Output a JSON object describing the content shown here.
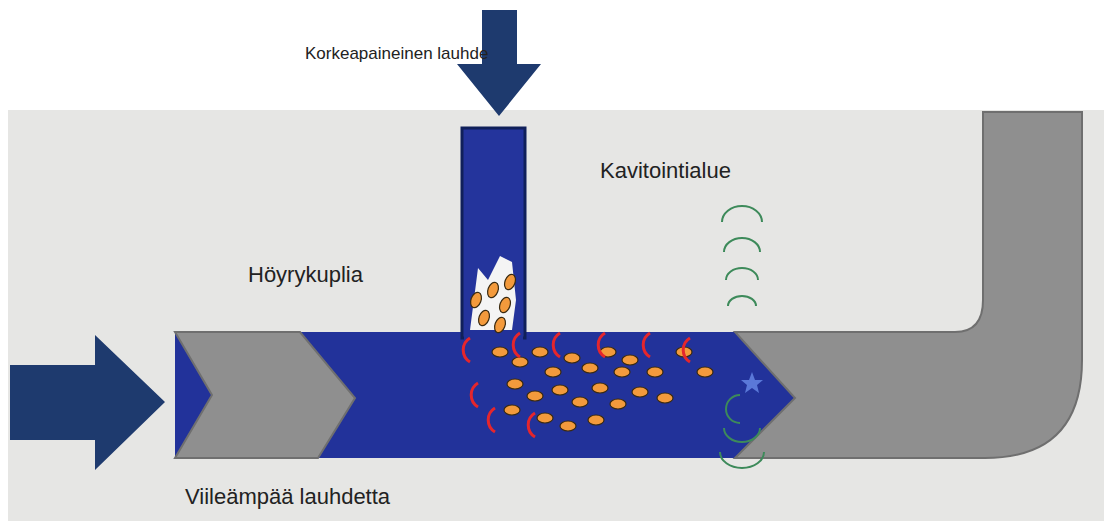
{
  "diagram": {
    "labels": [
      "Korkeapaineinen lauhde",
      "Höyrykuplia",
      "Kavitointialue",
      "Viileämpää lauhdetta"
    ]
  }
}
